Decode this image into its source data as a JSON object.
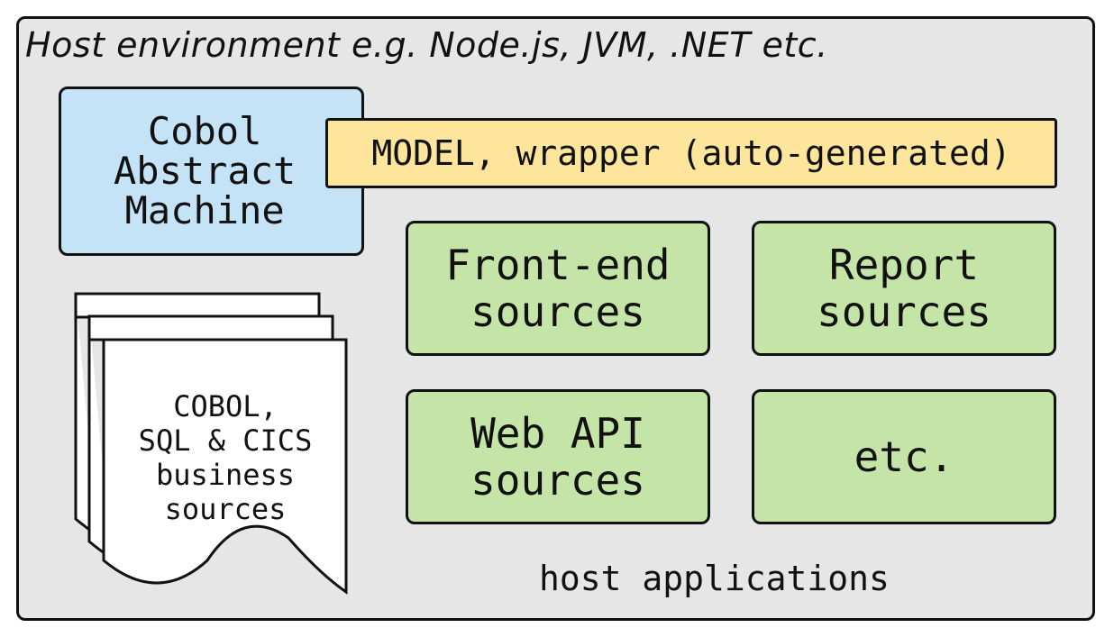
{
  "host": {
    "title": "Host environment e.g. Node.js, JVM, .NET etc."
  },
  "cobol_abstract_machine": {
    "label": "Cobol\nAbstract\nMachine"
  },
  "model_wrapper": {
    "label": "MODEL, wrapper (auto-generated)"
  },
  "business_sources": {
    "label": "COBOL,\nSQL & CICS\nbusiness\nsources"
  },
  "host_applications": {
    "caption": "host applications",
    "items": [
      {
        "label": "Front-end\nsources"
      },
      {
        "label": "Report\nsources"
      },
      {
        "label": "Web API\nsources"
      },
      {
        "label": "etc."
      }
    ]
  },
  "colors": {
    "background": "#e6e6e6",
    "abstract_machine": "#c5e3f6",
    "model_wrapper": "#fde69c",
    "host_app": "#c5e5a8"
  }
}
